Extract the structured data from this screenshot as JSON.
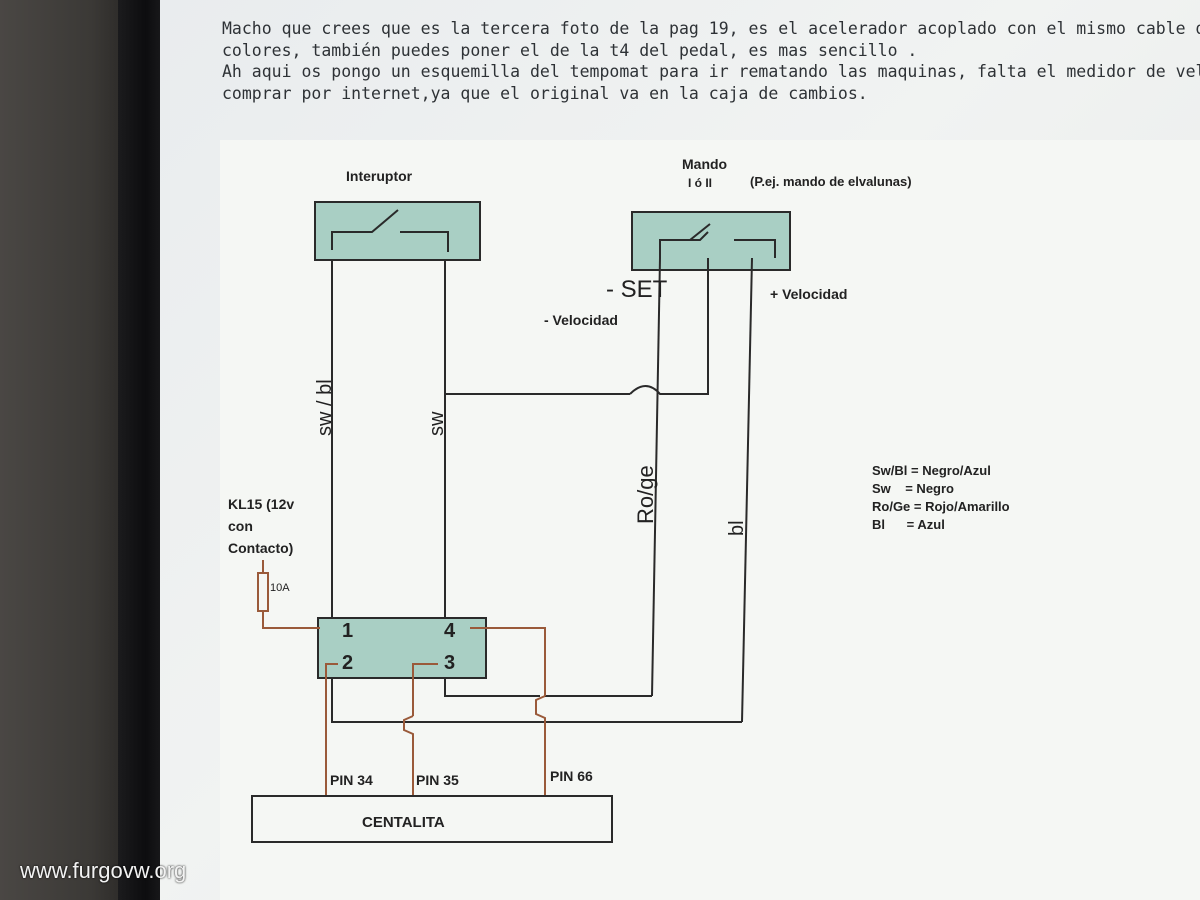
{
  "post": {
    "lines": [
      "Macho que crees que es la tercera foto de la pag 19, es el acelerador acoplado con el mismo cable de",
      "colores, también puedes poner el de la t4 del pedal, es mas sencillo .",
      "Ah aqui os pongo un esquemilla del tempomat para ir rematando las maquinas, falta el medidor de vel",
      "comprar por internet,ya que el original va en la caja de cambios."
    ]
  },
  "diagram": {
    "interruptor_label": "Interuptor",
    "mando_label_1": "Mando",
    "mando_label_2": "I ó II",
    "mando_note": "(P.ej. mando de elvalunas)",
    "set_label": "- SET",
    "minus_speed": "- Velocidad",
    "plus_speed": "+ Velocidad",
    "wire_swbl": "sw / bl",
    "wire_sw": "sw",
    "wire_roge": "Ro/ge",
    "wire_bl": "bl",
    "kl15_1": "KL15 (12v",
    "kl15_2": "con",
    "kl15_3": "Contacto)",
    "fuse": "10A",
    "relay_pins": [
      "1",
      "2",
      "3",
      "4"
    ],
    "pin_labels": [
      "PIN 34",
      "PIN 35",
      "PIN 66"
    ],
    "centalita": "CENTALITA",
    "legend": [
      "Sw/Bl = Negro/Azul",
      "Sw    = Negro",
      "Ro/Ge = Rojo/Amarillo",
      "Bl      = Azul"
    ],
    "colors": {
      "box_fill": "#a9cfc4",
      "wire_dark": "#2a2a2a",
      "wire_brown": "#9a5a3a"
    }
  },
  "watermark": "www.furgovw.org"
}
